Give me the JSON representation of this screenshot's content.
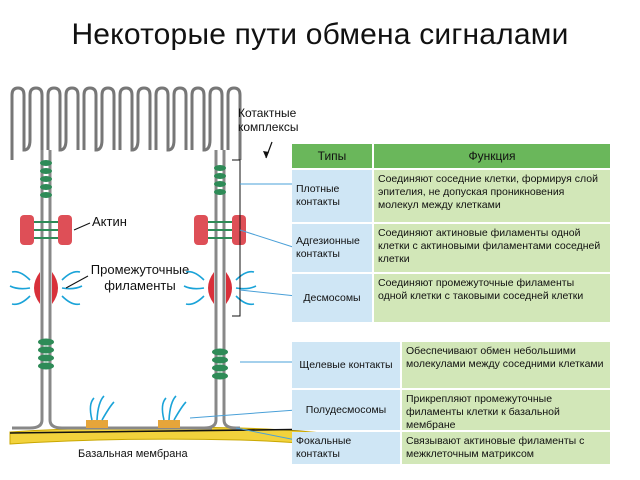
{
  "title": "Некоторые пути обмена  сигналами",
  "labels": {
    "contact_complexes": "Котактные комплексы",
    "actin": "Актин",
    "intermediate_filaments": "Промежуточные филаменты",
    "basal_membrane": "Базальная мембрана"
  },
  "table_top": {
    "header_types": "Типы",
    "header_function": "Функция",
    "rows": [
      {
        "type": "Плотные контакты",
        "function": "Соединяют соседние клетки, формируя слой эпителия, не допуская проникновения молекул между клетками"
      },
      {
        "type": "Адгезионные контакты",
        "function": "Соединяют актиновые филаменты одной клетки с актиновыми филаментами соседней клетки"
      },
      {
        "type": "Десмосомы",
        "function": "Соединяют промежуточные филаменты одной клетки с таковыми соседней клетки"
      }
    ]
  },
  "table_bottom": {
    "rows": [
      {
        "type": "Щелевые контакты",
        "function": "Обеспечивают обмен небольшими молекулами между соседними клетками"
      },
      {
        "type": "Полудесмосомы",
        "function": "Прикрепляют промежуточные филаменты клетки к базальной мембране"
      },
      {
        "type": "Фокальные контакты",
        "function": "Связывают актиновые филаменты с межклеточным матриксом"
      }
    ]
  },
  "colors": {
    "header_green": "#6ab75b",
    "type_blue": "#cfe6f5",
    "func_green": "#d2e7b8",
    "tight_junction": "#2e8b57",
    "actin": "#d8303a",
    "filament": "#1aa3d8",
    "basal": "#f2d23c"
  }
}
